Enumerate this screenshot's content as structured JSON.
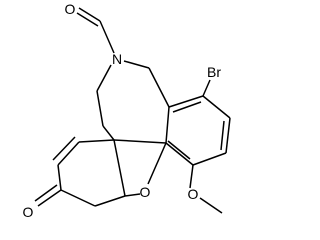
{
  "atoms": {
    "aldehyde_oxygen": "O",
    "ring_nitrogen": "N",
    "bromine": "Br",
    "ketone_oxygen": "O",
    "furan_oxygen": "O",
    "methoxy_oxygen": "O"
  }
}
